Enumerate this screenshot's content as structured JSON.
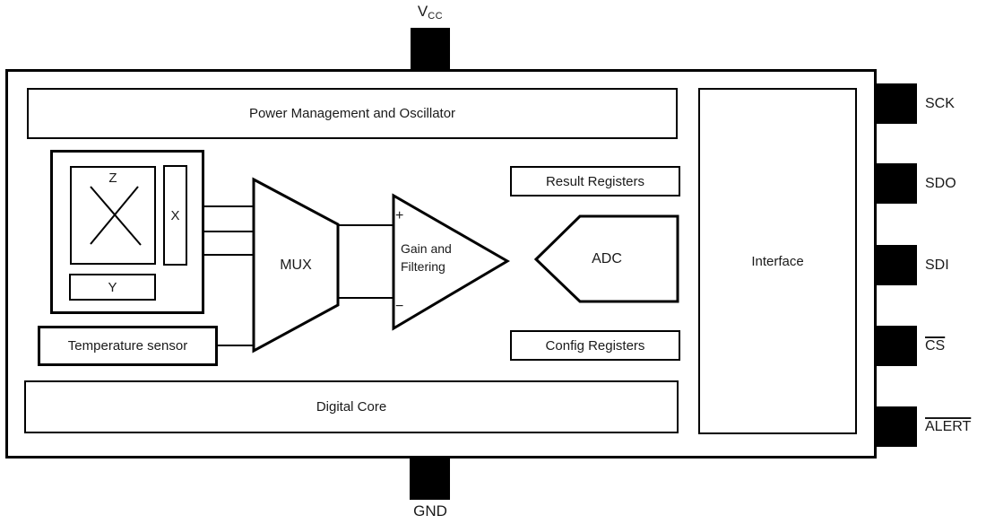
{
  "diagram": {
    "blocks": {
      "power_management": {
        "label": "Power Management and Oscillator"
      },
      "sensor": {
        "z_label": "Z",
        "x_label": "X",
        "y_label": "Y"
      },
      "temperature_sensor": {
        "label": "Temperature sensor"
      },
      "mux": {
        "label": "MUX"
      },
      "amplifier": {
        "label_line1": "Gain and",
        "label_line2": "Filtering",
        "plus": "+",
        "minus": "−"
      },
      "adc": {
        "label": "ADC"
      },
      "result_registers": {
        "label": "Result Registers"
      },
      "config_registers": {
        "label": "Config Registers"
      },
      "digital_core": {
        "label": "Digital Core"
      },
      "interface": {
        "label": "Interface"
      }
    },
    "pins": {
      "vcc": {
        "base": "V",
        "subscript": "CC"
      },
      "gnd": {
        "label": "GND"
      },
      "right": [
        {
          "label": "SCK",
          "overline": false
        },
        {
          "label": "SDO",
          "overline": false
        },
        {
          "label": "SDI",
          "overline": false
        },
        {
          "label": "CS",
          "overline": true
        },
        {
          "label": "ALERT",
          "overline": true
        }
      ]
    },
    "colors": {
      "stroke": "#000000",
      "pin_fill": "#000000",
      "background": "#ffffff",
      "text": "#1a1a1a"
    }
  }
}
